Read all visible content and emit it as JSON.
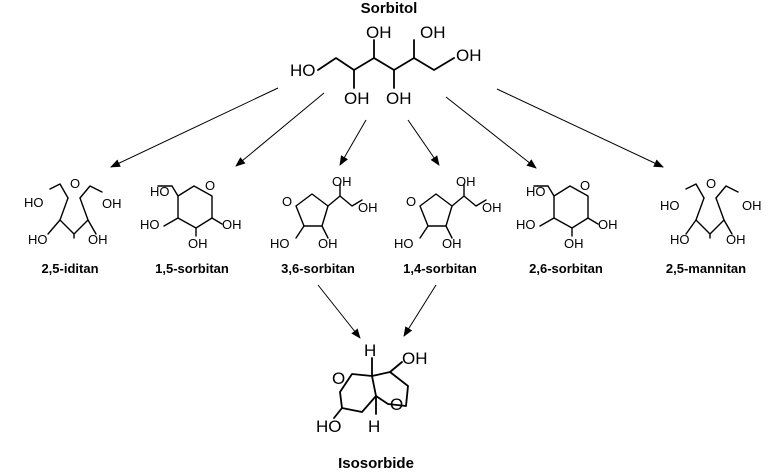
{
  "scheme": {
    "top_title": "Sorbitol",
    "bottom_title": "Isosorbide",
    "products": [
      {
        "label": "2,5-iditan"
      },
      {
        "label": "1,5-sorbitan"
      },
      {
        "label": "3,6-sorbitan"
      },
      {
        "label": "1,4-sorbitan"
      },
      {
        "label": "2,6-sorbitan"
      },
      {
        "label": "2,5-mannitan"
      }
    ]
  },
  "atoms": {
    "oh": "OH",
    "ho": "HO",
    "o": "O",
    "h": "H"
  }
}
